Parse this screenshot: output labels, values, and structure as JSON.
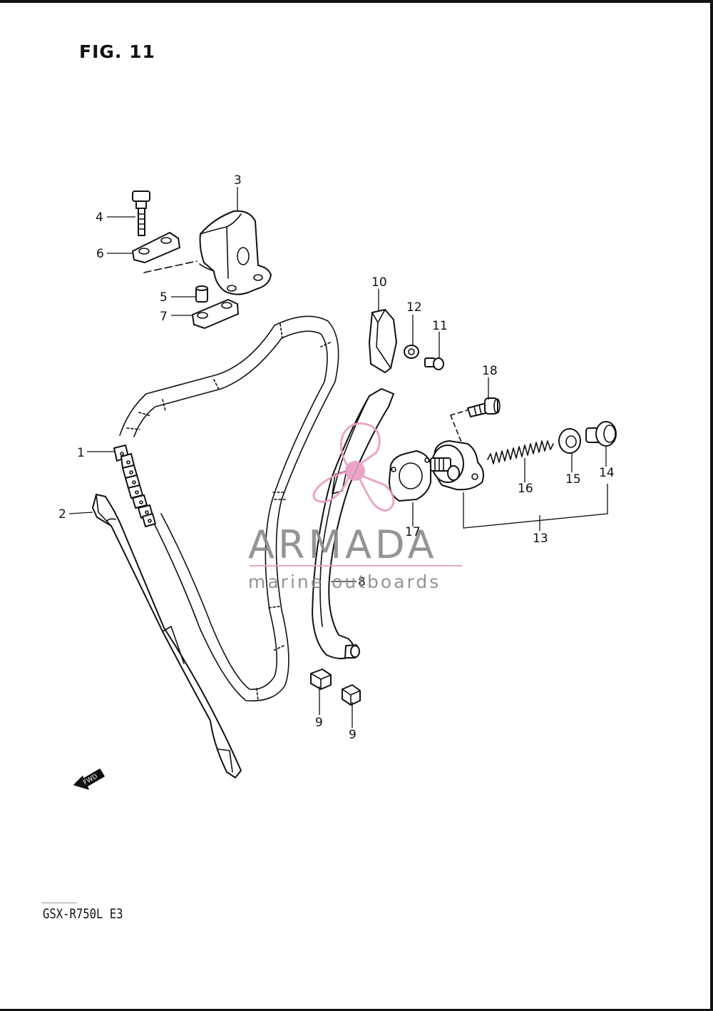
{
  "figure": {
    "title": "FIG. 11",
    "model": "GSX-R750L E3",
    "fwd_mark": "FWD"
  },
  "watermark": {
    "brand": "ARMADA",
    "tagline": "marine outboards",
    "color": "#e89ec4"
  },
  "callouts": [
    {
      "id": "1",
      "label": "1"
    },
    {
      "id": "2",
      "label": "2"
    },
    {
      "id": "3",
      "label": "3"
    },
    {
      "id": "4",
      "label": "4"
    },
    {
      "id": "5",
      "label": "5"
    },
    {
      "id": "6",
      "label": "6"
    },
    {
      "id": "7",
      "label": "7"
    },
    {
      "id": "8",
      "label": "8"
    },
    {
      "id": "9a",
      "label": "9"
    },
    {
      "id": "9b",
      "label": "9"
    },
    {
      "id": "10",
      "label": "10"
    },
    {
      "id": "11",
      "label": "11"
    },
    {
      "id": "12",
      "label": "12"
    },
    {
      "id": "13",
      "label": "13"
    },
    {
      "id": "14",
      "label": "14"
    },
    {
      "id": "15",
      "label": "15"
    },
    {
      "id": "16",
      "label": "16"
    },
    {
      "id": "17",
      "label": "17"
    },
    {
      "id": "18",
      "label": "18"
    }
  ]
}
